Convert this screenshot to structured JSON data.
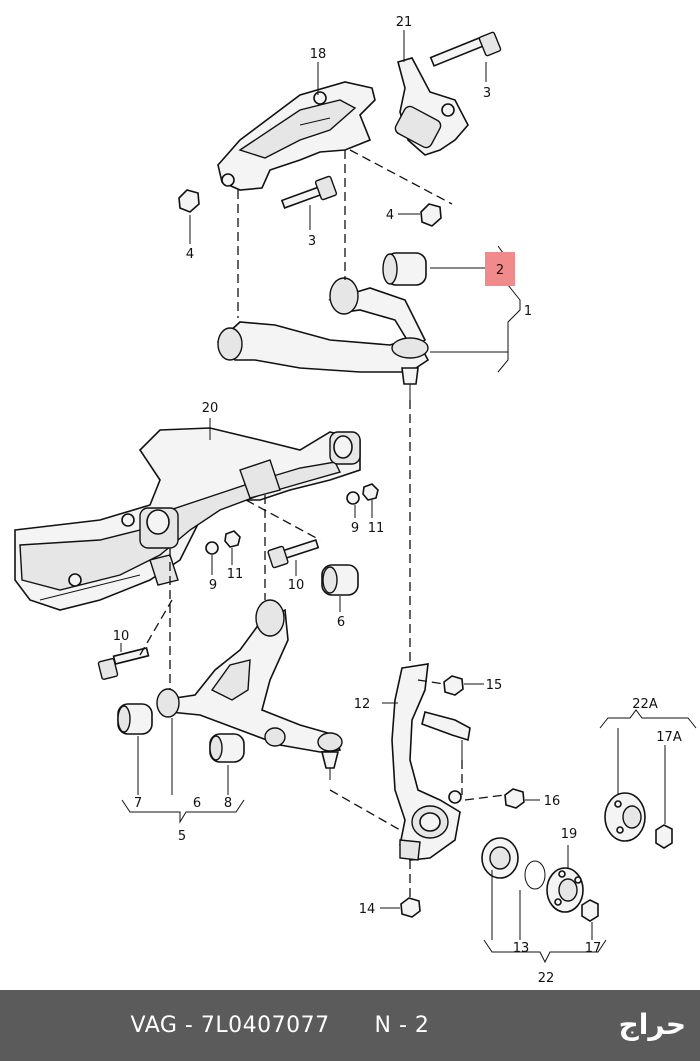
{
  "callouts": {
    "n1": "1",
    "n2": "2",
    "n3a": "3",
    "n3b": "3",
    "n4a": "4",
    "n4b": "4",
    "n5": "5",
    "n6a": "6",
    "n6b": "6",
    "n7": "7",
    "n8": "8",
    "n9a": "9",
    "n9b": "9",
    "n10a": "10",
    "n10b": "10",
    "n11a": "11",
    "n11b": "11",
    "n12": "12",
    "n13": "13",
    "n14": "14",
    "n15": "15",
    "n16": "16",
    "n17": "17",
    "n17A": "17A",
    "n18": "18",
    "n19": "19",
    "n20": "20",
    "n21": "21",
    "n22": "22",
    "n22A": "22A"
  },
  "highlight_color": "#f18b8b",
  "footer": {
    "brand": "VAG",
    "separator": " - ",
    "part_number": "7L0407077",
    "position": "N - 2",
    "logo": "حراج"
  }
}
